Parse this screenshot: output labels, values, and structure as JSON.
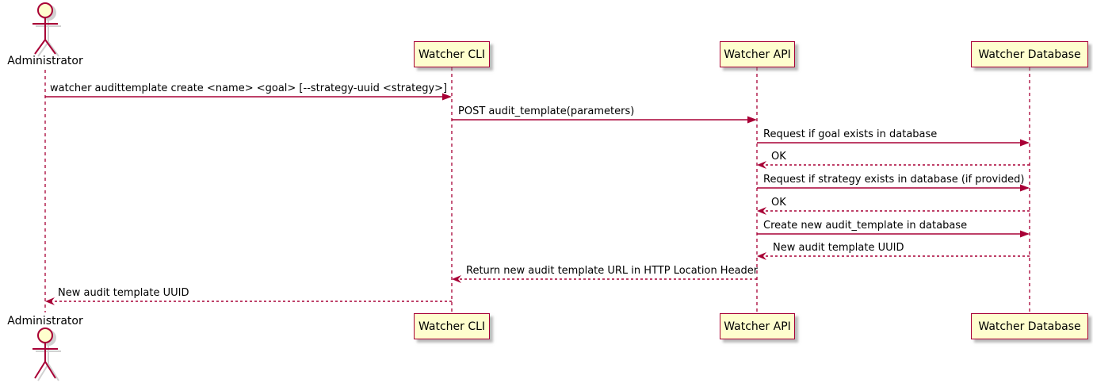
{
  "diagram": {
    "kind": "uml-sequence-diagram",
    "colors": {
      "participant_fill": "#FEFECE",
      "line_and_border": "#A80036",
      "text": "#000000",
      "shadow": "#828282",
      "background": "#FFFFFF"
    },
    "actor": {
      "label": "Administrator"
    },
    "participants": [
      {
        "label": "Watcher CLI"
      },
      {
        "label": "Watcher API"
      },
      {
        "label": "Watcher Database"
      }
    ],
    "messages": [
      {
        "text": "watcher audittemplate create <name> <goal> [--strategy-uuid <strategy>]",
        "from": "Administrator",
        "to": "Watcher CLI",
        "line": "solid"
      },
      {
        "text": "POST audit_template(parameters)",
        "from": "Watcher CLI",
        "to": "Watcher API",
        "line": "solid"
      },
      {
        "text": "Request if goal exists in database",
        "from": "Watcher API",
        "to": "Watcher Database",
        "line": "solid"
      },
      {
        "text": "OK",
        "from": "Watcher Database",
        "to": "Watcher API",
        "line": "dotted"
      },
      {
        "text": "Request if strategy exists in database (if provided)",
        "from": "Watcher API",
        "to": "Watcher Database",
        "line": "solid"
      },
      {
        "text": "OK",
        "from": "Watcher Database",
        "to": "Watcher API",
        "line": "dotted"
      },
      {
        "text": "Create new audit_template in database",
        "from": "Watcher API",
        "to": "Watcher Database",
        "line": "solid"
      },
      {
        "text": "New audit template UUID",
        "from": "Watcher Database",
        "to": "Watcher API",
        "line": "dotted"
      },
      {
        "text": "Return new audit template URL in HTTP Location Header",
        "from": "Watcher API",
        "to": "Watcher CLI",
        "line": "dotted"
      },
      {
        "text": "New audit template UUID",
        "from": "Watcher CLI",
        "to": "Administrator",
        "line": "dotted"
      }
    ]
  }
}
